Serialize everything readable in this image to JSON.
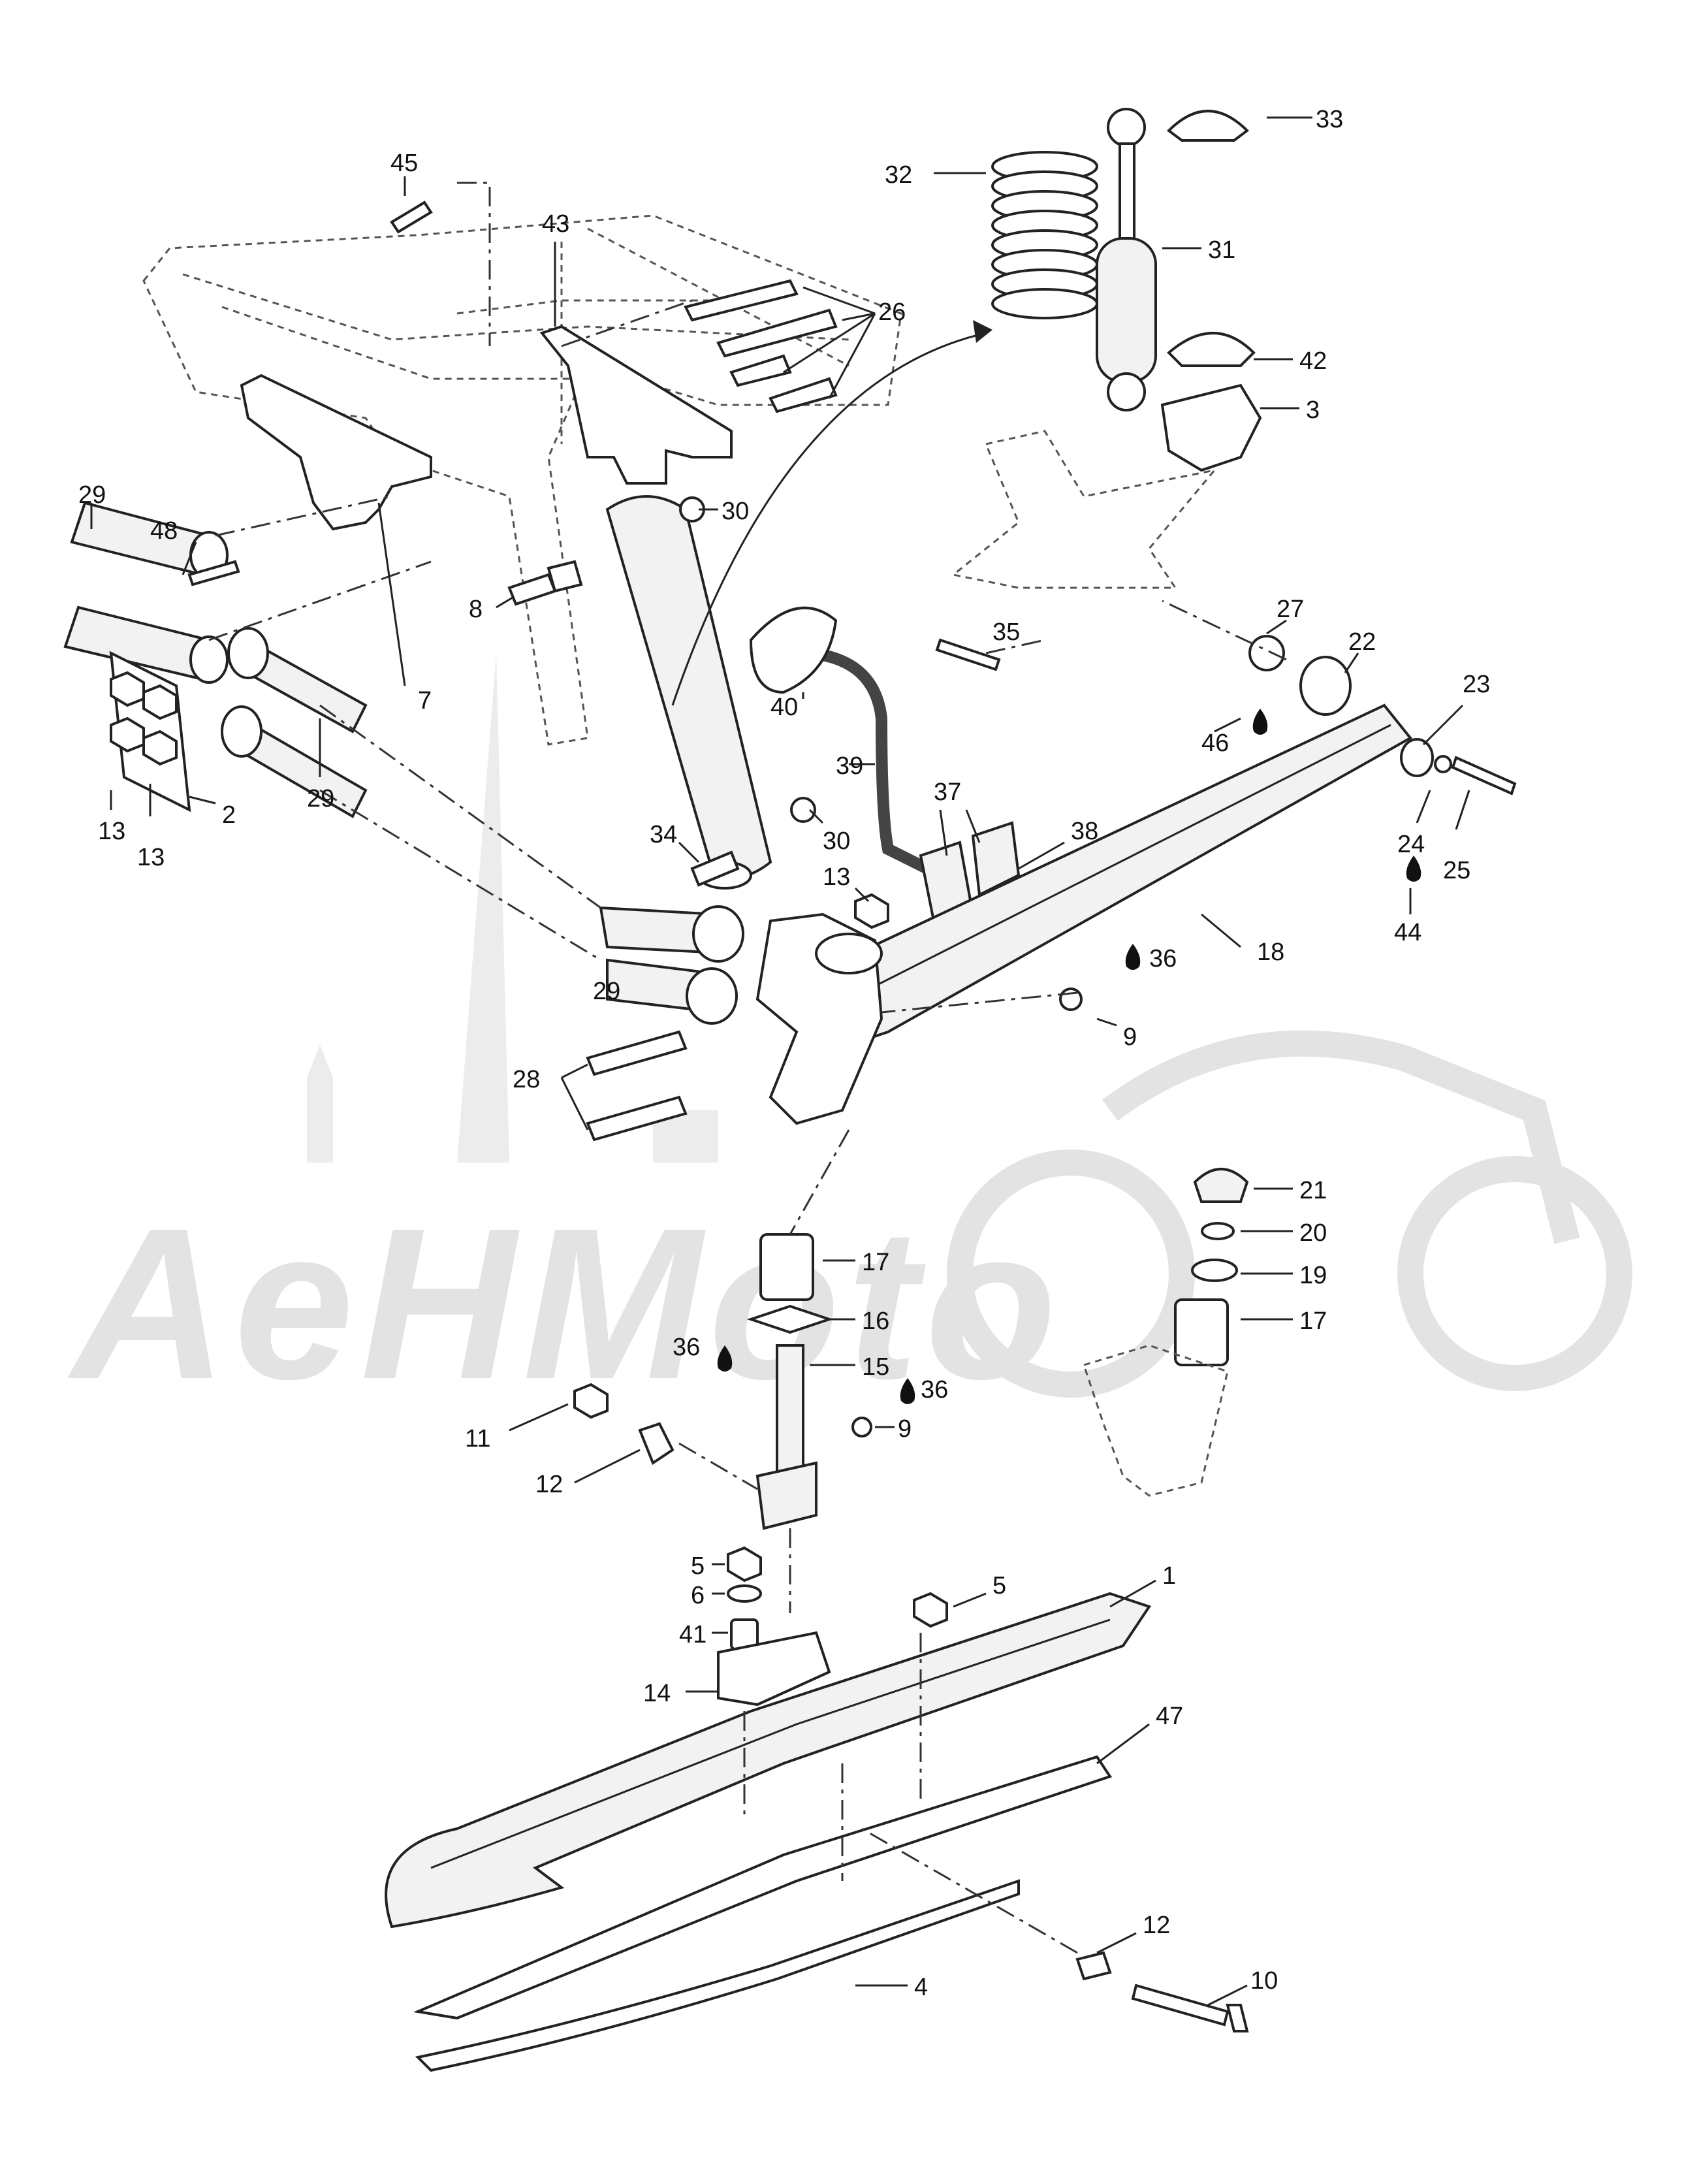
{
  "watermark": {
    "text": "AeHMoto",
    "color": "#e3e3e3"
  },
  "callouts": [
    {
      "id": "c45",
      "text": "45"
    },
    {
      "id": "c43",
      "text": "43"
    },
    {
      "id": "c26",
      "text": "26"
    },
    {
      "id": "c32",
      "text": "32"
    },
    {
      "id": "c33",
      "text": "33"
    },
    {
      "id": "c31",
      "text": "31"
    },
    {
      "id": "c42",
      "text": "42"
    },
    {
      "id": "c3",
      "text": "3"
    },
    {
      "id": "c29a",
      "text": "29"
    },
    {
      "id": "c48",
      "text": "48"
    },
    {
      "id": "c30a",
      "text": "30"
    },
    {
      "id": "c8",
      "text": "8"
    },
    {
      "id": "c7",
      "text": "7"
    },
    {
      "id": "c27",
      "text": "27"
    },
    {
      "id": "c22",
      "text": "22"
    },
    {
      "id": "c23",
      "text": "23"
    },
    {
      "id": "c35",
      "text": "35"
    },
    {
      "id": "c40",
      "text": "40"
    },
    {
      "id": "c46",
      "text": "46"
    },
    {
      "id": "c13a",
      "text": "13"
    },
    {
      "id": "c13b",
      "text": "13"
    },
    {
      "id": "c2",
      "text": "2"
    },
    {
      "id": "c29b",
      "text": "29"
    },
    {
      "id": "c39",
      "text": "39"
    },
    {
      "id": "c37",
      "text": "37"
    },
    {
      "id": "c38",
      "text": "38"
    },
    {
      "id": "c24",
      "text": "24"
    },
    {
      "id": "c25",
      "text": "25"
    },
    {
      "id": "c34",
      "text": "34"
    },
    {
      "id": "c30b",
      "text": "30"
    },
    {
      "id": "c13c",
      "text": "13"
    },
    {
      "id": "c44",
      "text": "44"
    },
    {
      "id": "c18",
      "text": "18"
    },
    {
      "id": "c36a",
      "text": "36"
    },
    {
      "id": "c29c",
      "text": "29"
    },
    {
      "id": "c9a",
      "text": "9"
    },
    {
      "id": "c28",
      "text": "28"
    },
    {
      "id": "c21",
      "text": "21"
    },
    {
      "id": "c20",
      "text": "20"
    },
    {
      "id": "c17a",
      "text": "17"
    },
    {
      "id": "c19",
      "text": "19"
    },
    {
      "id": "c16",
      "text": "16"
    },
    {
      "id": "c17b",
      "text": "17"
    },
    {
      "id": "c36b",
      "text": "36"
    },
    {
      "id": "c15",
      "text": "15"
    },
    {
      "id": "c36c",
      "text": "36"
    },
    {
      "id": "c11",
      "text": "11"
    },
    {
      "id": "c9b",
      "text": "9"
    },
    {
      "id": "c12a",
      "text": "12"
    },
    {
      "id": "c5a",
      "text": "5"
    },
    {
      "id": "c6",
      "text": "6"
    },
    {
      "id": "c5b",
      "text": "5"
    },
    {
      "id": "c1",
      "text": "1"
    },
    {
      "id": "c41",
      "text": "41"
    },
    {
      "id": "c14",
      "text": "14"
    },
    {
      "id": "c47",
      "text": "47"
    },
    {
      "id": "c12b",
      "text": "12"
    },
    {
      "id": "c10",
      "text": "10"
    },
    {
      "id": "c4",
      "text": "4"
    }
  ]
}
